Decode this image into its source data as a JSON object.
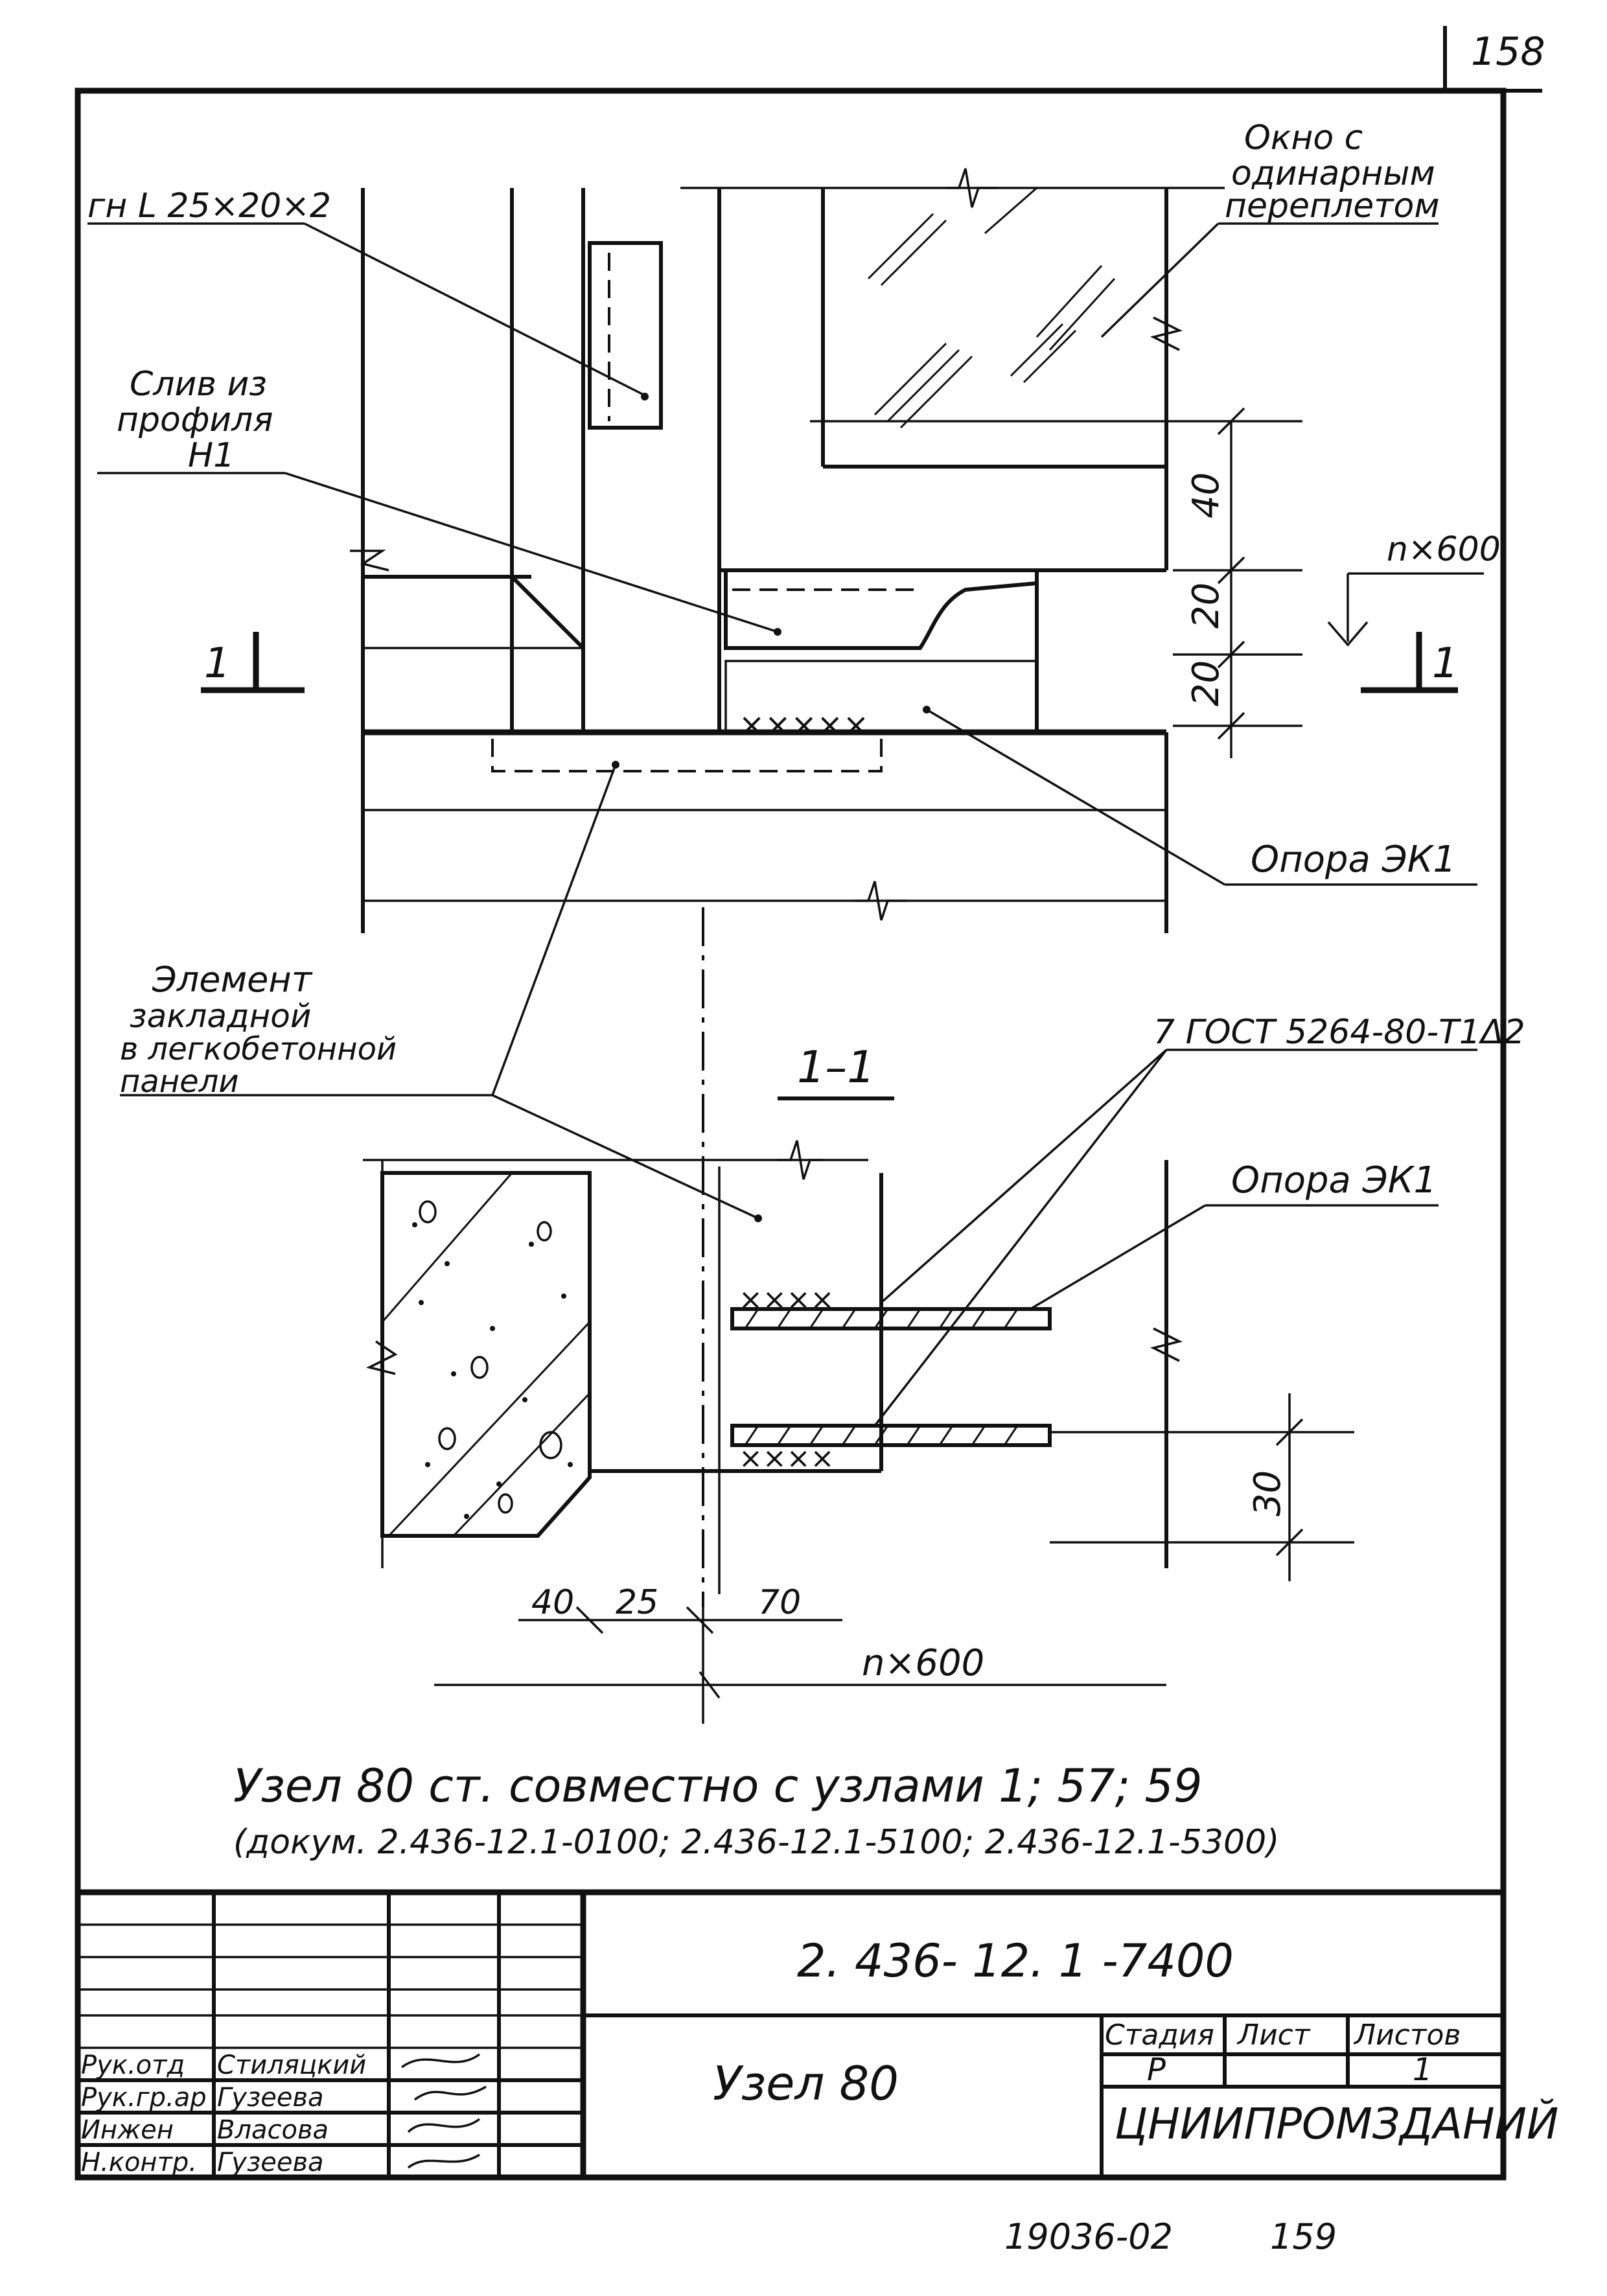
{
  "sheet": {
    "page_number": "158",
    "bottom_code": "19036-02",
    "bottom_number": "159"
  },
  "labels": {
    "angle_profile": "гн L 25×20×2",
    "window": [
      "Окно с",
      "одинарным",
      "переплетом"
    ],
    "drip": [
      "Слив из",
      "профиля",
      "Н1"
    ],
    "support_top": "Опора ЭК1",
    "support_section": "Опора ЭК1",
    "embedded_element": [
      "Элемент",
      "закладной",
      "в легкобетонной",
      "панели"
    ],
    "weld": "7 ГОСТ 5264-80-Т1Δ2",
    "section_mark": "1",
    "section_title": "1–1"
  },
  "dimensions": {
    "d40": "40",
    "d20a": "20",
    "d20b": "20",
    "pitch_top": "n×600",
    "d30": "30",
    "b40": "40",
    "b25": "25",
    "b70": "70",
    "pitch_bottom": "n×600"
  },
  "notes": {
    "line1": "Узел 80 ст. совместно с узлами 1; 57; 59",
    "line2": "(докум. 2.436-12.1-0100; 2.436-12.1-5100; 2.436-12.1-5300)"
  },
  "title_block": {
    "doc_code": "2. 436- 12. 1 -7400",
    "title": "Узел 80",
    "col_stage": "Стадия",
    "col_sheet": "Лист",
    "col_sheets": "Листов",
    "stage": "Р",
    "sheets": "1",
    "organization": "ЦНИИПРОМЗДАНИЙ",
    "signatures": [
      {
        "role": "Рук.отд",
        "name": "Стиляцкий"
      },
      {
        "role": "Рук.гр.ар",
        "name": "Гузеева"
      },
      {
        "role": "Инжен",
        "name": "Власова"
      },
      {
        "role": "Н.контр.",
        "name": "Гузеева"
      }
    ]
  }
}
